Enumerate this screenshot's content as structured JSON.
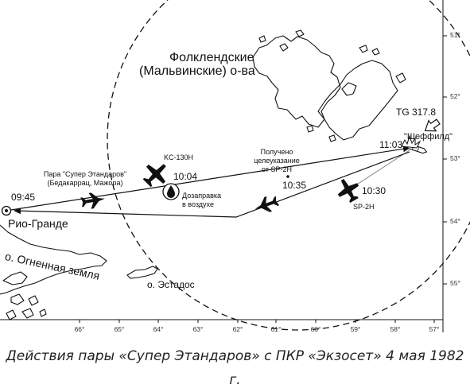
{
  "title": {
    "islands_line1": "Фолклендские",
    "islands_line2": "(Мальвинские) о-ва"
  },
  "labels": {
    "tg": "TG 317.8",
    "sheffield": "\"Шеффилд\"",
    "t1103": "11:03",
    "kc130_name": "KC-130H",
    "t1004": "10:04",
    "refuel_line1": "Дозаправка",
    "refuel_line2": "в воздухе",
    "pair_line1": "Пара \"Супер Этандаров\"",
    "pair_line2": "(Бедакаррац, Мажора)",
    "t0945": "09:45",
    "rio_grande": "Рио-Гранде",
    "targeting_line1": "Получено",
    "targeting_line2": "целеуказание",
    "targeting_line3": "от SP-2H",
    "t1035": "10:35",
    "t1030": "10:30",
    "sp2h_name": "SP-2H",
    "tierra": "о. Огненная земля",
    "estados": "о. Эстадос"
  },
  "axes": {
    "lon_ticks": [
      "66°",
      "65°",
      "64°",
      "63°",
      "62°",
      "61°",
      "60°",
      "59°",
      "58°",
      "57°"
    ],
    "lat_ticks": [
      "51°",
      "52°",
      "53°",
      "54°",
      "55°"
    ]
  },
  "icons": {
    "aircraft": "jet-plane-icon",
    "tanker": "propeller-plane-icon",
    "refuel": "fuel-drop-icon",
    "base": "airbase-icon",
    "ship": "ship-icon",
    "explosion": "explosion-icon",
    "direction": "direction-arrow-icon"
  },
  "caption": "Действия пары «Супер Этандаров» с ПКР «Экзосет» 4 мая 1982 г."
}
